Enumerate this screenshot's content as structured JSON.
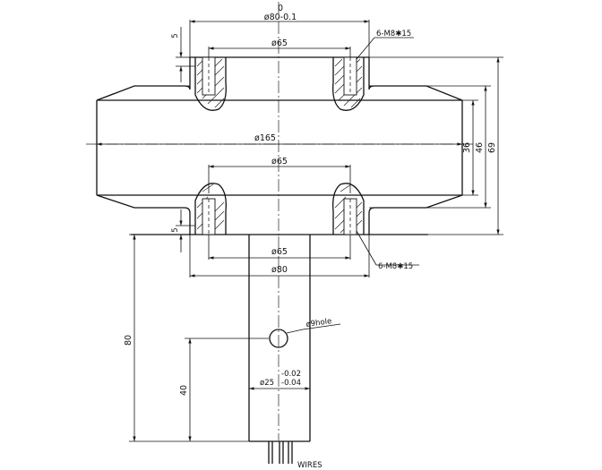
{
  "dimensions": {
    "top_tol": "0",
    "top_dia": "ø80-0.1",
    "top_depth": "5",
    "thread_top": "6-M8✱15",
    "pcd_top": "ø65",
    "body_dia": "ø165",
    "pcd_mid": "ø65",
    "height_36": "36",
    "height_46": "46",
    "height_69": "69",
    "bottom_depth": "5",
    "pcd_bottom": "ø65",
    "thread_bottom": "6-M8✱15",
    "bottom_dia": "ø80",
    "hole": "ø9hole",
    "stem_length": "80",
    "hole_height": "40",
    "stem_dia": "ø25",
    "stem_tol_upper": "-0.02",
    "stem_tol_lower": "-0.04",
    "wires": "WIRES"
  }
}
